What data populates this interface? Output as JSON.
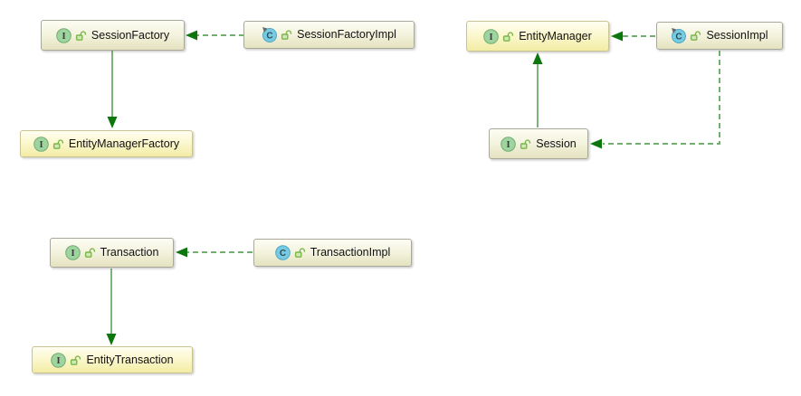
{
  "diagram": {
    "kind": "uml-dependency-diagram",
    "background": "#ffffff",
    "nodes": [
      {
        "id": "sessionFactory",
        "label": "SessionFactory",
        "stereotype": "interface",
        "fill": "cream",
        "icons": [
          "interface-icon",
          "open-lock-icon"
        ]
      },
      {
        "id": "sessionFactoryImpl",
        "label": "SessionFactoryImpl",
        "stereotype": "class",
        "fill": "cream",
        "icons": [
          "class-icon",
          "final-marker",
          "open-lock-icon"
        ]
      },
      {
        "id": "entityManagerFactory",
        "label": "EntityManagerFactory",
        "stereotype": "interface",
        "fill": "yellow",
        "icons": [
          "interface-icon",
          "open-lock-icon"
        ]
      },
      {
        "id": "entityManager",
        "label": "EntityManager",
        "stereotype": "interface",
        "fill": "yellow",
        "icons": [
          "interface-icon",
          "open-lock-icon"
        ]
      },
      {
        "id": "sessionImpl",
        "label": "SessionImpl",
        "stereotype": "class",
        "fill": "cream",
        "icons": [
          "class-icon",
          "final-marker",
          "open-lock-icon"
        ]
      },
      {
        "id": "session",
        "label": "Session",
        "stereotype": "interface",
        "fill": "cream",
        "icons": [
          "interface-icon",
          "open-lock-icon"
        ]
      },
      {
        "id": "transaction",
        "label": "Transaction",
        "stereotype": "interface",
        "fill": "cream",
        "icons": [
          "interface-icon",
          "open-lock-icon"
        ]
      },
      {
        "id": "transactionImpl",
        "label": "TransactionImpl",
        "stereotype": "class",
        "fill": "cream",
        "icons": [
          "class-icon",
          "open-lock-icon"
        ]
      },
      {
        "id": "entityTransaction",
        "label": "EntityTransaction",
        "stereotype": "interface",
        "fill": "yellow",
        "icons": [
          "interface-icon",
          "open-lock-icon"
        ]
      }
    ],
    "edges": [
      {
        "from": "sessionFactoryImpl",
        "to": "sessionFactory",
        "style": "dashed",
        "arrow": "filled-triangle"
      },
      {
        "from": "sessionFactory",
        "to": "entityManagerFactory",
        "style": "solid",
        "arrow": "filled-triangle"
      },
      {
        "from": "sessionImpl",
        "to": "entityManager",
        "style": "dashed",
        "arrow": "filled-triangle"
      },
      {
        "from": "session",
        "to": "entityManager",
        "style": "solid",
        "arrow": "filled-triangle"
      },
      {
        "from": "sessionImpl",
        "to": "session",
        "style": "dashed",
        "arrow": "filled-triangle"
      },
      {
        "from": "transactionImpl",
        "to": "transaction",
        "style": "dashed",
        "arrow": "filled-triangle"
      },
      {
        "from": "transaction",
        "to": "entityTransaction",
        "style": "solid",
        "arrow": "filled-triangle"
      }
    ],
    "colors": {
      "arrow_line_solid": "#7cb47c",
      "arrow_line_dashed": "#6fb06f",
      "arrow_head": "#0d760d",
      "node_cream_top": "#fdfdf4",
      "node_cream_bottom": "#e4e2bf",
      "node_yellow_top": "#fffef2",
      "node_yellow_bottom": "#f2eca4",
      "node_border": "#a9a99b",
      "interface_icon_fill": "#9ed49e",
      "interface_icon_border": "#74ab74",
      "class_icon_fill": "#76cae2",
      "class_icon_border": "#4fa7c3",
      "lock_icon_green": "#7ab648",
      "label_text": "#111111"
    }
  },
  "icons": {
    "interface_letter": "I",
    "class_letter": "C"
  }
}
